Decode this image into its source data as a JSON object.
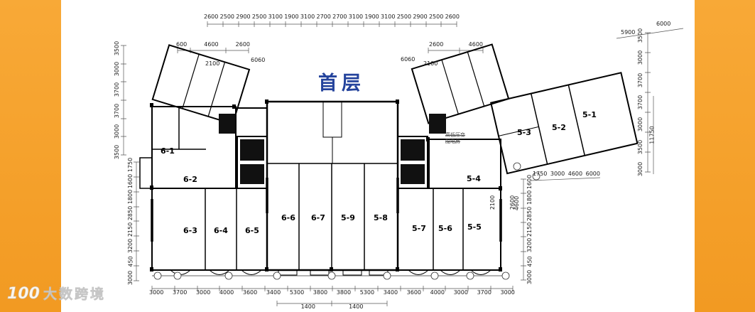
{
  "page": {
    "title": "首层"
  },
  "watermark": {
    "logo": "100",
    "text": "大数跨境"
  },
  "rooms": [
    "6-1",
    "6-2",
    "6-3",
    "6-4",
    "6-5",
    "6-6",
    "6-7",
    "5-9",
    "5-8",
    "5-7",
    "5-6",
    "5-5",
    "5-4",
    "5-3",
    "5-2",
    "5-1"
  ],
  "annotations": {
    "equip_room_line1": "高低压变",
    "equip_room_line2": "配电房"
  },
  "dims": {
    "top": [
      "2600",
      "2500",
      "2900",
      "2500",
      "3100",
      "1900",
      "3100",
      "2700",
      "2700",
      "3100",
      "1900",
      "3100",
      "2500",
      "2900",
      "2500",
      "2600"
    ],
    "top_right": [
      "5900",
      "6000"
    ],
    "upper_left_row": [
      "600",
      "4600",
      "2600"
    ],
    "upper_left_2100": "2100",
    "upper_left_6060": "6060",
    "upper_right_row": [
      "2600",
      "4600"
    ],
    "upper_right_2100": "2100",
    "upper_right_6060": "6060",
    "left_outer": [
      "3500",
      "3000",
      "3700",
      "3700",
      "3000",
      "3500"
    ],
    "left_inner": [
      "1750",
      "1600",
      "1800",
      "2850",
      "2150",
      "3200",
      "450",
      "3000"
    ],
    "right_outer": [
      "3500",
      "3000",
      "3700",
      "3700",
      "3000",
      "3500",
      "3000"
    ],
    "right_long": "11750",
    "right_inner": [
      "1600",
      "1800",
      "2850",
      "2150",
      "3200",
      "450",
      "3000"
    ],
    "right_mid_rot": [
      "2100",
      "2600"
    ],
    "right_mid_4600": "4600",
    "right_mid_row": [
      "1750",
      "3000",
      "4600",
      "6000"
    ],
    "bottom": [
      "3000",
      "3700",
      "3000",
      "4000",
      "3600",
      "3400",
      "5300",
      "3800",
      "3800",
      "5300",
      "3400",
      "3600",
      "4000",
      "3000",
      "3700",
      "3000"
    ],
    "bottom_sub": [
      "1400",
      "1400"
    ]
  }
}
